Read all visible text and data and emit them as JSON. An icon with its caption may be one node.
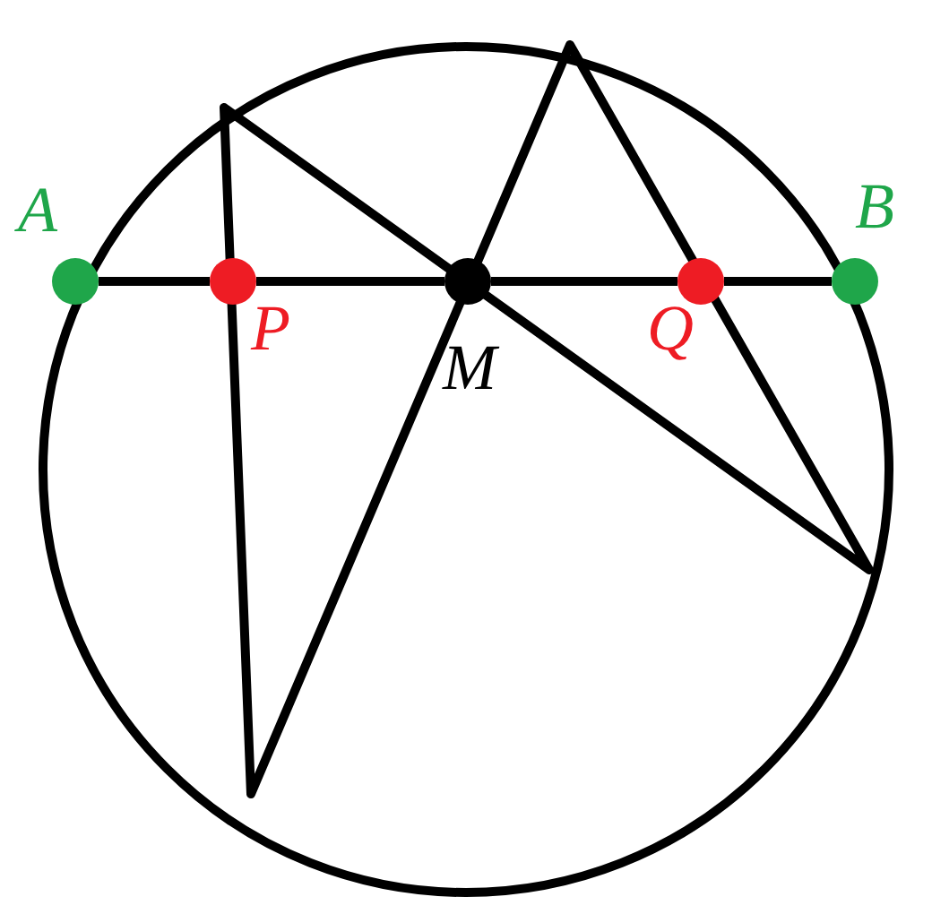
{
  "diagram": {
    "nodes": [
      {
        "text": [
          "A"
        ]
      },
      {
        "text": [
          "P"
        ]
      },
      {
        "text": [
          "M"
        ]
      },
      {
        "text": [
          "Q"
        ]
      },
      {
        "text": [
          "B"
        ]
      }
    ],
    "edges": [
      {
        "from": 0,
        "to": 1,
        "arrow": "none"
      },
      {
        "from": 1,
        "to": 2,
        "arrow": "none"
      },
      {
        "from": 2,
        "to": 3,
        "arrow": "none"
      },
      {
        "from": 3,
        "to": 4,
        "arrow": "none"
      }
    ]
  }
}
